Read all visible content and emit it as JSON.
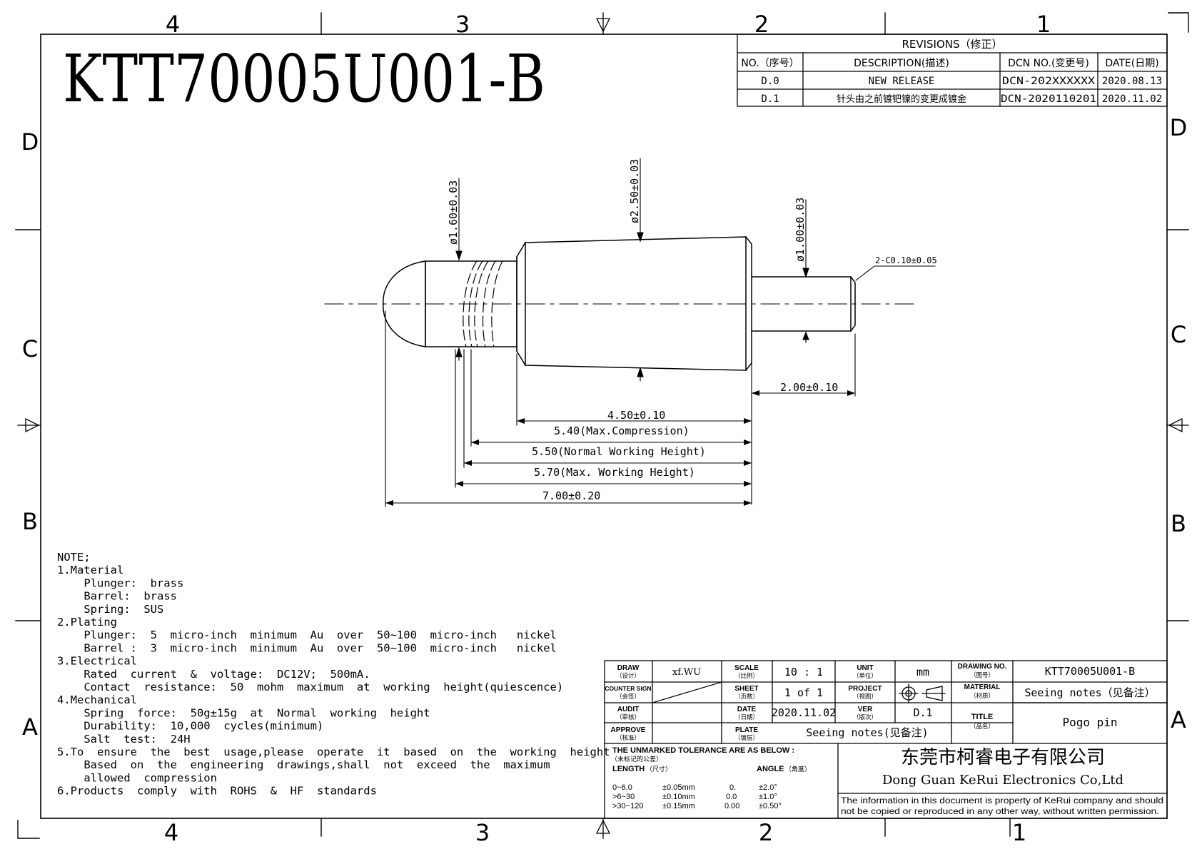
{
  "drawing_title": "KTT70005U001-B",
  "zone_columns": [
    "4",
    "3",
    "2",
    "1"
  ],
  "zone_rows": [
    "D",
    "C",
    "B",
    "A"
  ],
  "revisions": {
    "heading": "REVISIONS（修正）",
    "headers": [
      "NO.（序号）",
      "DESCRIPTION(描述)",
      "DCN NO.(变更号)",
      "DATE(日期)"
    ],
    "rows": [
      {
        "no": "D.0",
        "desc": "NEW RELEASE",
        "dcn": "DCN-202XXXXXX",
        "date": "2020.08.13"
      },
      {
        "no": "D.1",
        "desc": "针头由之前镀钯镍的变更成镀金",
        "dcn": "DCN-2020110201",
        "date": "2020.11.02"
      }
    ]
  },
  "dimensions": {
    "dia_tip": "ø1.60±0.03",
    "dia_barrel": "ø2.50±0.03",
    "dia_tail": "ø1.00±0.03",
    "chamfer": "2-C0.10±0.05",
    "tail_len": "2.00±0.10",
    "barrel_len": "4.50±0.10",
    "max_comp": "5.40(Max.Compression)",
    "normal_h": "5.50(Normal Working Height)",
    "max_h": "5.70(Max. Working Height)",
    "total": "7.00±0.20"
  },
  "notes": [
    "NOTE;",
    "1.Material",
    "    Plunger:  brass",
    "    Barrel:  brass",
    "    Spring:  SUS",
    "2.Plating",
    "    Plunger:  5  micro-inch  minimum  Au  over  50~100  micro-inch   nickel",
    "    Barrel :  3  micro-inch  minimum  Au  over  50~100  micro-inch   nickel",
    "3.Electrical",
    "    Rated  current  &  voltage:  DC12V;  500mA.",
    "    Contact  resistance:  50  mohm  maximum  at  working  height(quiescence)",
    "4.Mechanical",
    "    Spring  force:  50g±15g  at  Normal  working  height",
    "    Durability:  10,000  cycles(minimum)",
    "    Salt  test:  24H",
    "5.To  ensure  the  best  usage,please  operate  it  based  on  the  working  height",
    "    Based  on  the  engineering  drawings,shall  not  exceed  the  maximum",
    "    allowed  compression",
    "6.Products  comply  with  ROHS  &  HF  standards"
  ],
  "title_block": {
    "draw_label": "DRAW",
    "draw_cn": "（设计）",
    "draw_value": "xf.WU",
    "counter_label": "COUNTER SIGN",
    "counter_cn": "（会签）",
    "audit_label": "AUDIT",
    "audit_cn": "（审核）",
    "approve_label": "APPROVE",
    "approve_cn": "（核准）",
    "scale_label": "SCALE",
    "scale_cn": "（比例）",
    "scale_value": "10 : 1",
    "sheet_label": "SHEET",
    "sheet_cn": "（页数）",
    "sheet_value": "1 of 1",
    "date_label": "DATE",
    "date_cn": "（日期）",
    "date_value": "2020.11.02",
    "plate_label": "PLATE",
    "plate_cn": "（镀层）",
    "plate_value": "Seeing notes(见备注)",
    "unit_label": "UNIT",
    "unit_cn": "（单位）",
    "unit_value": "mm",
    "project_label": "PROJECT",
    "project_cn": "（视图）",
    "ver_label": "VER",
    "ver_cn": "（版次）",
    "ver_value": "D.1",
    "drawing_no_label": "DRAWING NO.",
    "drawing_no_cn": "（图号）",
    "drawing_no_value": "KTT70005U001-B",
    "material_label": "MATERIAL",
    "material_cn": "（材质）",
    "material_value": "Seeing notes（见备注）",
    "title_label": "TITLE",
    "title_cn": "（品名）",
    "title_value": "Pogo pin",
    "tol_heading": "THE  UNMARKED  TOLERANCE  ARE  AS  BELOW :",
    "tol_cn": "（未标记的公差）",
    "length_label": "LENGTH",
    "length_cn": "（尺寸）",
    "angle_label": "ANGLE",
    "angle_cn": "（角度）",
    "tol_rows": [
      {
        "range": "0~6.0",
        "tol": "±0.05mm",
        "a": "0.",
        "at": "±2.0°"
      },
      {
        "range": ">6~30",
        "tol": "±0.10mm",
        "a": "0.0",
        "at": "±1.0°"
      },
      {
        "range": ">30~120",
        "tol": "±0.15mm",
        "a": "0.00",
        "at": "±0.50°"
      }
    ],
    "company_cn": "东莞市柯睿电子有限公司",
    "company_en": "Dong Guan KeRui Electronics Co,Ltd",
    "disclaimer_1": "The information in this document is property of KeRui company and should",
    "disclaimer_2": "not be copied or reproduced in any other way, without written permission."
  }
}
